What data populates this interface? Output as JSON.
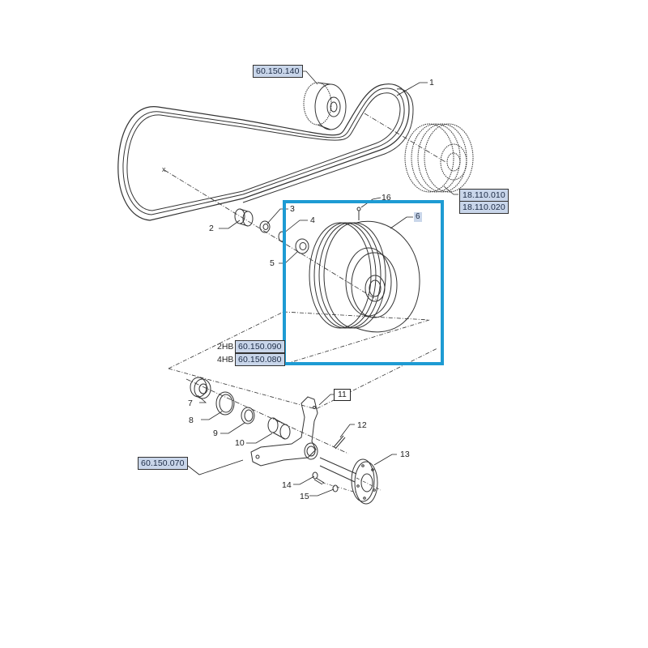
{
  "diagram": {
    "type": "exploded-parts-diagram",
    "highlight_color": "#1e9bd3",
    "ref_box_color": "#c9d6ea",
    "highlighted_part": "6"
  },
  "references": {
    "idler_pulley": "60.150.140",
    "crank_pulley_a": "18.110.010",
    "crank_pulley_b": "18.110.020",
    "variant_2hb_label": "2HB",
    "variant_2hb_ref": "60.150.090",
    "variant_4hb_label": "4HB",
    "variant_4hb_ref": "60.150.080",
    "tensioner_ref": "60.150.070"
  },
  "callouts": {
    "c1": "1",
    "c2": "2",
    "c3": "3",
    "c4": "4",
    "c5": "5",
    "c6": "6",
    "c7": "7",
    "c8": "8",
    "c9": "9",
    "c10": "10",
    "c11": "11",
    "c12": "12",
    "c13": "13",
    "c14": "14",
    "c15": "15",
    "c16": "16"
  }
}
